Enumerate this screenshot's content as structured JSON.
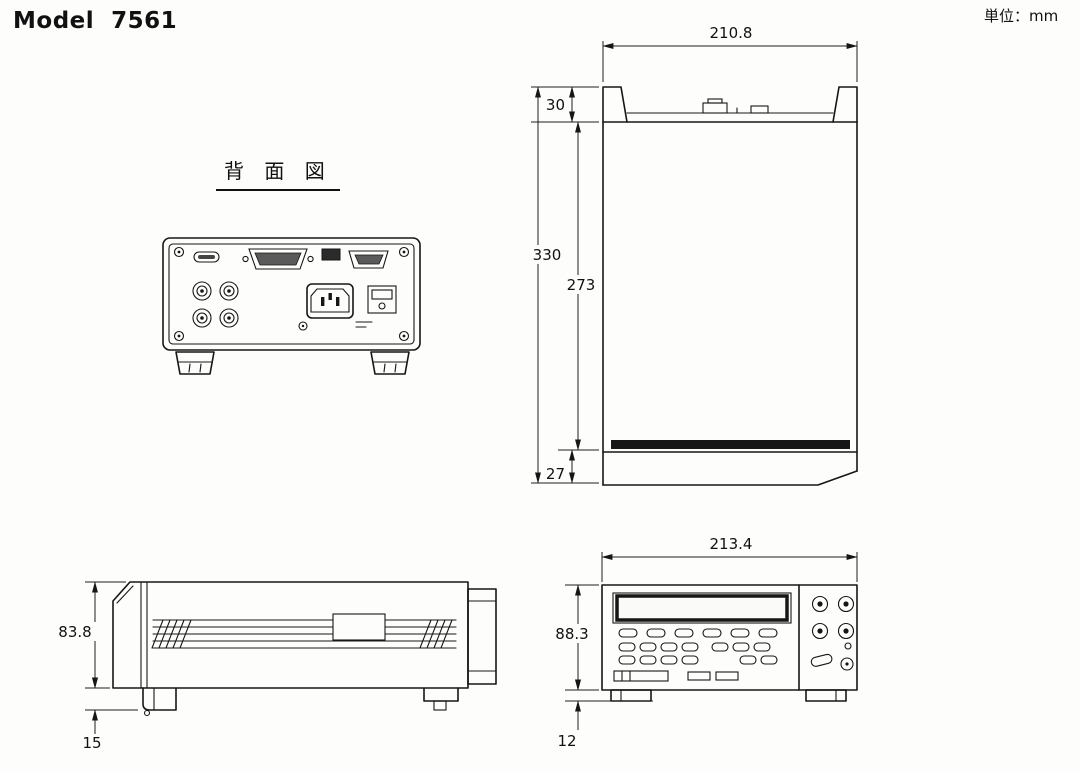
{
  "title": "Model  7561",
  "unit_label": "単位：mm",
  "rear_view": {
    "label": "背 面 図"
  },
  "top_view": {
    "width": "210.8",
    "rear_offset": "30",
    "total_depth": "330",
    "body_depth": "273",
    "front_offset": "27"
  },
  "front_view": {
    "width": "213.4",
    "height": "88.3",
    "foot_height": "12"
  },
  "side_view": {
    "height": "83.8",
    "foot_height": "15"
  }
}
